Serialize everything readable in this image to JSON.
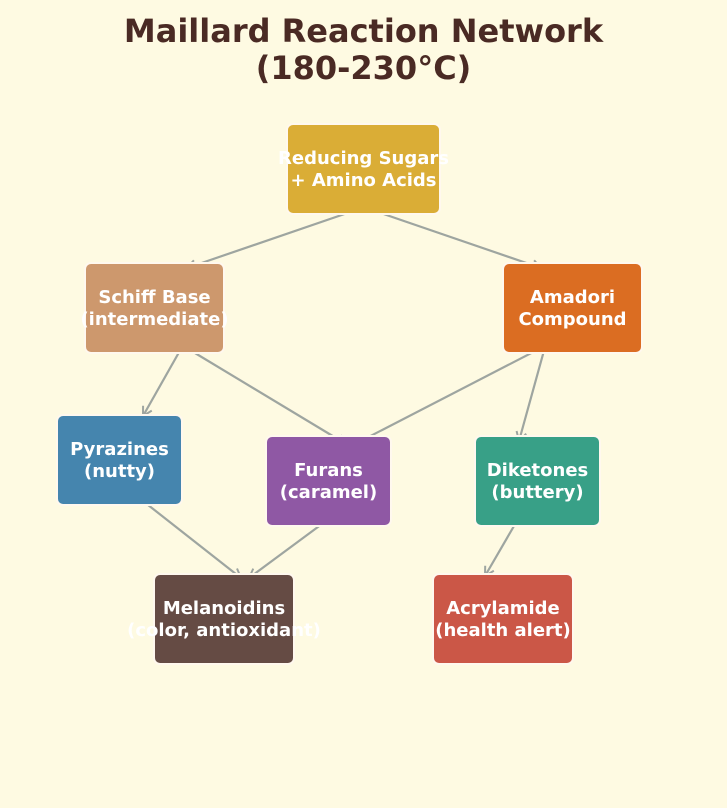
{
  "title": {
    "line1": "Maillard Reaction Network",
    "line2": "(180-230°C)"
  },
  "nodes": [
    {
      "id": "sugars",
      "line1": "Reducing Sugars",
      "line2": "+ Amino Acids",
      "color": "#DAAD36"
    },
    {
      "id": "schiff",
      "line1": "Schiff Base",
      "line2": "(intermediate)",
      "color": "#CD986D"
    },
    {
      "id": "amadori",
      "line1": "Amadori",
      "line2": "Compound",
      "color": "#DB6D22"
    },
    {
      "id": "pyrazines",
      "line1": "Pyrazines",
      "line2": "(nutty)",
      "color": "#4585AE"
    },
    {
      "id": "furans",
      "line1": "Furans",
      "line2": "(caramel)",
      "color": "#8F58A4"
    },
    {
      "id": "diketones",
      "line1": "Diketones",
      "line2": "(buttery)",
      "color": "#38A087"
    },
    {
      "id": "melanoidins",
      "line1": "Melanoidins",
      "line2": "(color, antioxidant)",
      "color": "#654B44"
    },
    {
      "id": "acrylamide",
      "line1": "Acrylamide",
      "line2": "(health alert)",
      "color": "#CB5747"
    }
  ],
  "edges": [
    [
      "sugars",
      "schiff"
    ],
    [
      "sugars",
      "amadori"
    ],
    [
      "schiff",
      "pyrazines"
    ],
    [
      "schiff",
      "furans"
    ],
    [
      "amadori",
      "furans"
    ],
    [
      "amadori",
      "diketones"
    ],
    [
      "pyrazines",
      "melanoidins"
    ],
    [
      "furans",
      "melanoidins"
    ],
    [
      "diketones",
      "acrylamide"
    ]
  ],
  "edge_color": "#9EA5A0",
  "background": "#FEFAE2"
}
